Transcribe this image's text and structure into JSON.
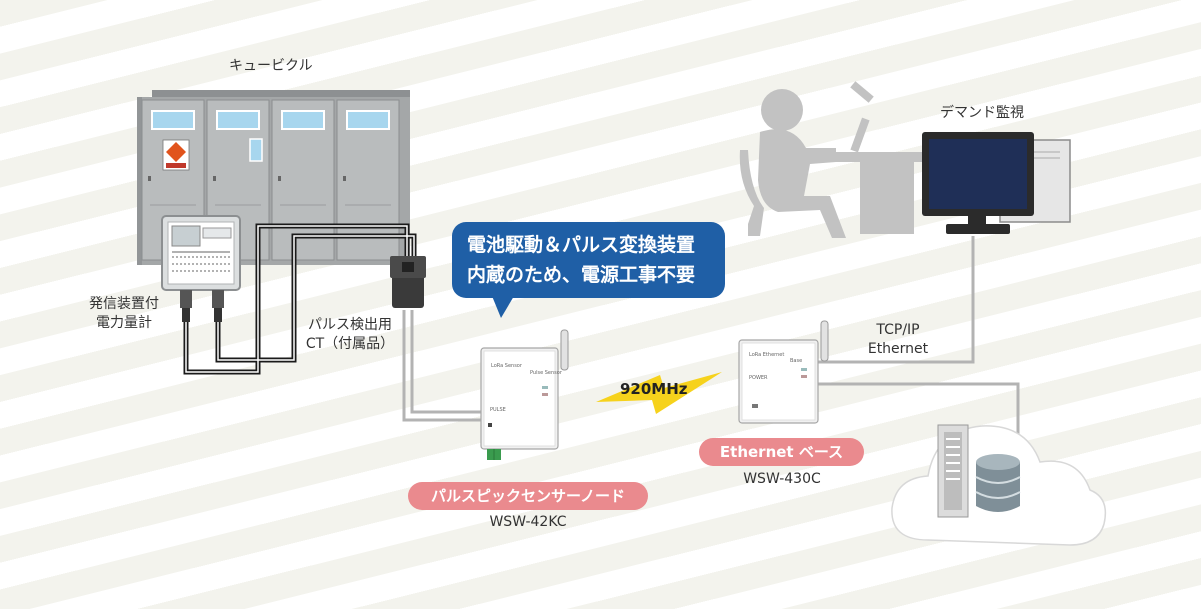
{
  "labels": {
    "cubicle": "キュービクル",
    "meter_line1": "発信装置付",
    "meter_line2": "電力量計",
    "ct_line1": "パルス検出用",
    "ct_line2": "CT（付属品）",
    "demand": "デマンド監視",
    "tcpip_line1": "TCP/IP",
    "tcpip_line2": "Ethernet",
    "frequency": "920MHz"
  },
  "callout": {
    "line1": "電池駆動＆パルス変換装置",
    "line2": "内蔵のため、電源工事不要"
  },
  "devices": {
    "sensor_node": {
      "pill": "パルスピックセンサーノード",
      "model": "WSW-42KC"
    },
    "ethernet_base": {
      "pill": "Ethernet ベース",
      "model": "WSW-430C"
    }
  },
  "colors": {
    "callout_blue": "#1f5fa6",
    "pill_pink": "#ea8a8e",
    "cable_black": "#1a1a1a",
    "network_gray": "#b3b3b3",
    "lightning_yellow": "#f6d21c",
    "cubicle_gray": "#a4a7a8"
  },
  "icons": [
    "cubicle-icon",
    "warning-sign-icon",
    "meter-icon",
    "ct-clamp-icon",
    "sensor-node-icon",
    "ethernet-base-icon",
    "lightning-icon",
    "person-icon",
    "monitor-icon",
    "server-icon",
    "database-icon",
    "cloud-icon"
  ]
}
